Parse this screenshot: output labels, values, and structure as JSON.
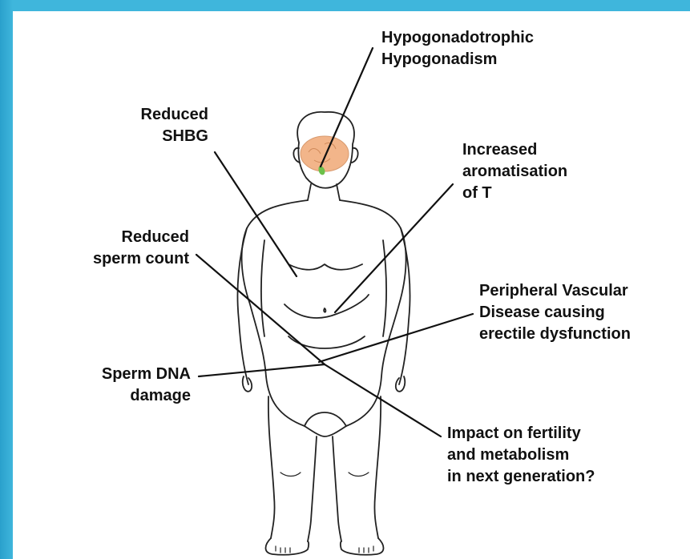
{
  "labels": {
    "hypogonadism": "Hypogonadotrophic\nHypogonadism",
    "shbg": "Reduced\nSHBG",
    "aromatisation": "Increased\naromatisation\nof T",
    "sperm_count": "Reduced\nsperm count",
    "pvd": "Peripheral Vascular\nDisease causing\nerectile dysfunction",
    "dna_damage": "Sperm DNA\ndamage",
    "fertility": "Impact on fertility\nand metabolism\nin next generation?"
  },
  "colors": {
    "background": "#3fb6dc",
    "panel": "#ffffff",
    "brain": "#f2b58a",
    "pituitary": "#6cc04a",
    "ink": "#111111"
  }
}
